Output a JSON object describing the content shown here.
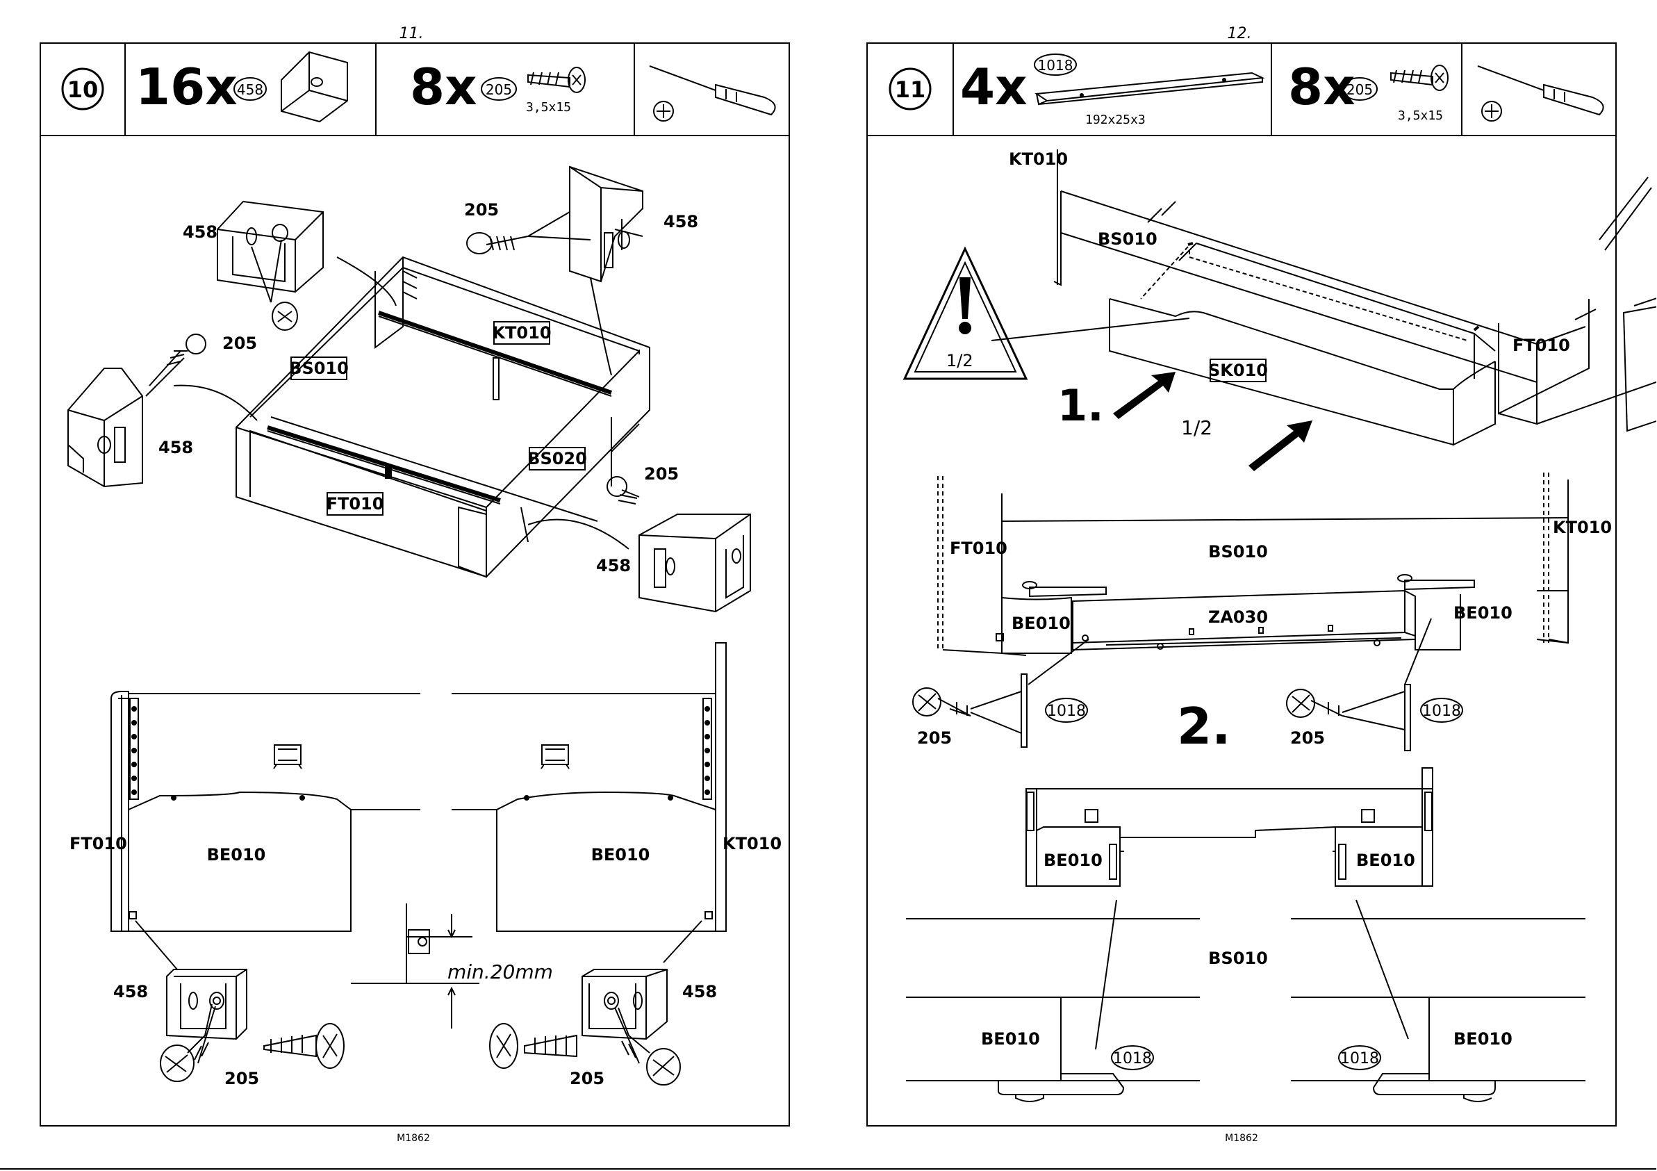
{
  "page_left": {
    "page_number": "11.",
    "footer": "M1862",
    "step": "10",
    "parts": [
      {
        "qty": "16x",
        "part": "458"
      },
      {
        "qty": "8x",
        "part": "205",
        "size": "3,5x15"
      }
    ],
    "labels": {
      "p458a": "458",
      "p205a": "205",
      "p458b": "458",
      "p205b": "205",
      "p458c": "458",
      "p205c": "205",
      "p458d": "458",
      "kt": "KT010",
      "bs1": "BS010",
      "bs2": "BS020",
      "ft": "FT010",
      "ft_b": "FT010",
      "kt_b": "KT010",
      "be1": "BE010",
      "be2": "BE010",
      "p458e": "458",
      "p458f": "458",
      "p205e": "205",
      "p205f": "205",
      "min": "min.20mm"
    }
  },
  "page_right": {
    "page_number": "12.",
    "footer": "M1862",
    "step": "11",
    "parts": [
      {
        "qty": "4x",
        "part": "1018",
        "size": "192x25x3"
      },
      {
        "qty": "8x",
        "part": "205",
        "size": "3,5x15"
      }
    ],
    "labels": {
      "kt": "KT010",
      "bs": "BS010",
      "ft": "FT010",
      "sk": "SK010",
      "warn": "1/2",
      "step1": "1.",
      "half": "1/2",
      "ft2": "FT010",
      "bs2": "BS010",
      "kt2": "KT010",
      "be_l": "BE010",
      "za": "ZA030",
      "be_r": "BE010",
      "p205l": "205",
      "p1018l": "1018",
      "step2": "2.",
      "p205r": "205",
      "p1018r": "1018",
      "be3": "BE010",
      "be4": "BE010",
      "bs3": "BS010",
      "be5": "BE010",
      "p1018c": "1018",
      "p1018d": "1018",
      "be6": "BE010"
    }
  }
}
